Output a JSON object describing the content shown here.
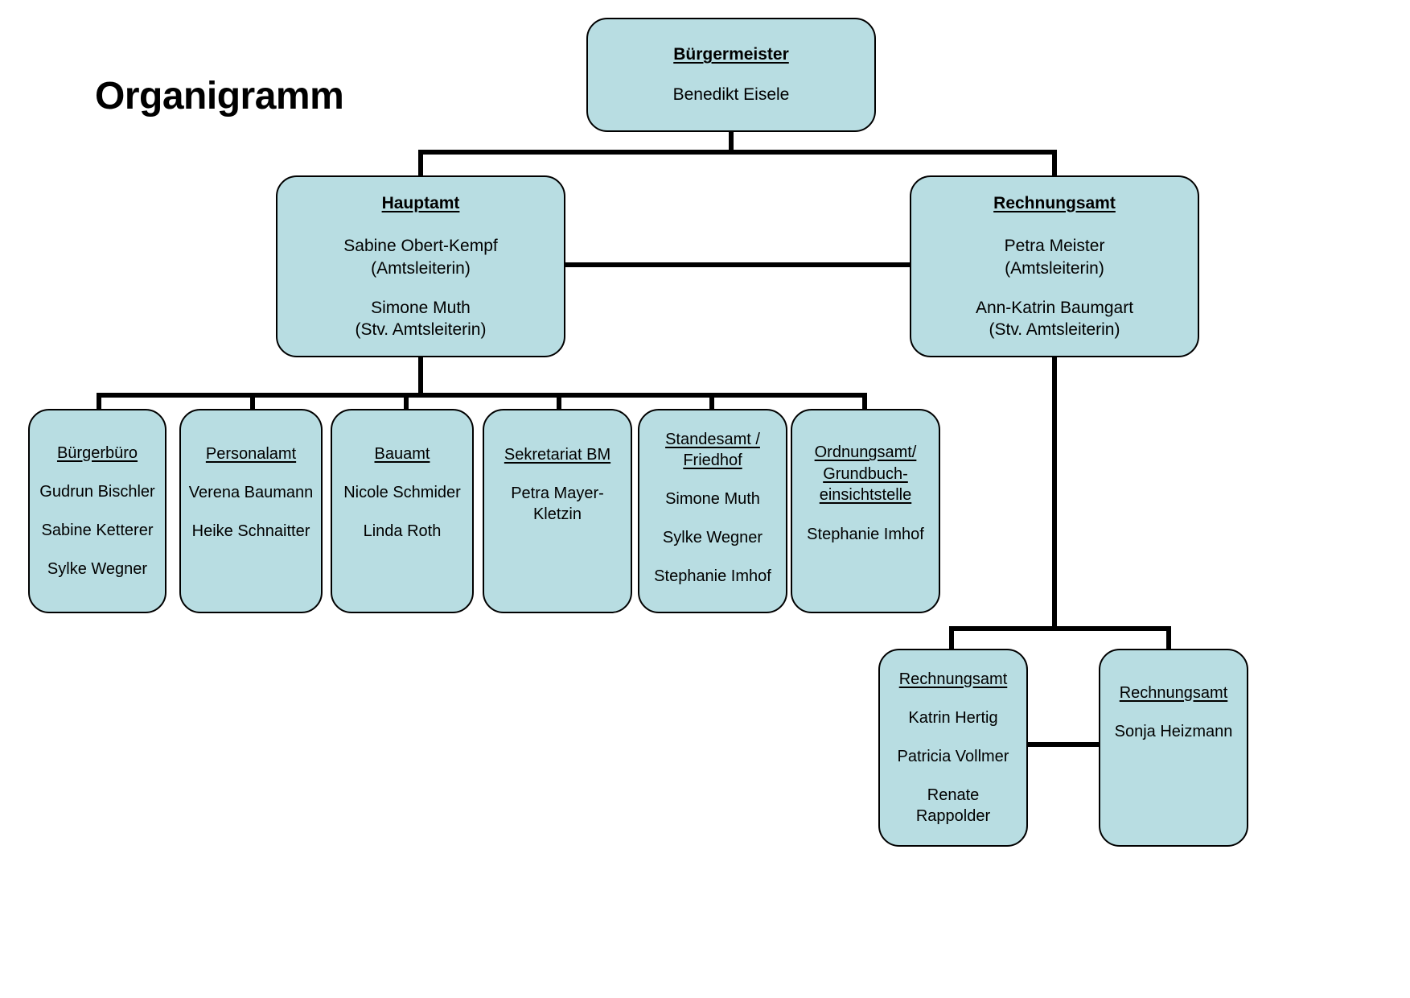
{
  "title": "Organigramm",
  "theme": {
    "box_fill": "#b8dde2",
    "box_border": "#000000",
    "line_color": "#000000",
    "text_color": "#000000",
    "background": "#ffffff"
  },
  "chart_data": {
    "type": "diagram",
    "diagram_kind": "organizational-chart",
    "title": "Organigramm",
    "nodes": [
      {
        "id": "buergermeister",
        "header": "Bürgermeister",
        "header_bold": true,
        "people": [
          "Benedikt Eisele"
        ],
        "level": 0
      },
      {
        "id": "hauptamt",
        "header": "Hauptamt",
        "header_bold": true,
        "people": [
          "Sabine Obert-Kempf",
          "(Amtsleiterin)",
          "Simone Muth",
          "(Stv. Amtsleiterin)"
        ],
        "level": 1,
        "parent": "buergermeister"
      },
      {
        "id": "rechnungsamt",
        "header": "Rechnungsamt",
        "header_bold": true,
        "people": [
          "Petra Meister",
          "(Amtsleiterin)",
          "Ann-Katrin Baumgart",
          "(Stv. Amtsleiterin)"
        ],
        "level": 1,
        "parent": "buergermeister"
      },
      {
        "id": "buergerbuero",
        "header": "Bürgerbüro",
        "header_bold": false,
        "people": [
          "Gudrun Bischler",
          "Sabine Ketterer",
          "Sylke Wegner"
        ],
        "level": 2,
        "parent": "hauptamt"
      },
      {
        "id": "personalamt",
        "header": "Personalamt",
        "header_bold": false,
        "people": [
          "Verena Baumann",
          "Heike Schnaitter"
        ],
        "level": 2,
        "parent": "hauptamt"
      },
      {
        "id": "bauamt",
        "header": "Bauamt",
        "header_bold": false,
        "people": [
          "Nicole Schmider",
          "Linda Roth"
        ],
        "level": 2,
        "parent": "hauptamt"
      },
      {
        "id": "sekretariat-bm",
        "header": "Sekretariat BM",
        "header_bold": false,
        "people": [
          "Petra Mayer-",
          "Kletzin"
        ],
        "level": 2,
        "parent": "hauptamt"
      },
      {
        "id": "standesamt-friedhof",
        "header_lines": [
          "Standesamt /",
          "Friedhof"
        ],
        "header_bold": false,
        "people": [
          "Simone Muth",
          "Sylke Wegner",
          "Stephanie Imhof"
        ],
        "level": 2,
        "parent": "hauptamt"
      },
      {
        "id": "ordnungsamt-grundbuch",
        "header_lines": [
          "Ordnungsamt/",
          "Grundbuch-",
          "einsichtstelle"
        ],
        "header_bold": false,
        "people": [
          "Stephanie Imhof"
        ],
        "level": 2,
        "parent": "hauptamt"
      },
      {
        "id": "rechnungsamt-team-1",
        "header": "Rechnungsamt",
        "header_bold": false,
        "people": [
          "Katrin Hertig",
          "Patricia Vollmer",
          "Renate",
          "Rappolder"
        ],
        "level": 2,
        "parent": "rechnungsamt"
      },
      {
        "id": "rechnungsamt-team-2",
        "header": "Rechnungsamt",
        "header_bold": false,
        "people": [
          "Sonja Heizmann"
        ],
        "level": 2,
        "parent": "rechnungsamt"
      }
    ]
  },
  "nodes": {
    "buergermeister": {
      "header": "Bürgermeister",
      "person_1": "Benedikt Eisele"
    },
    "hauptamt": {
      "header": "Hauptamt",
      "person_1": "Sabine Obert-Kempf",
      "role_1": "(Amtsleiterin)",
      "person_2": "Simone Muth",
      "role_2": "(Stv. Amtsleiterin)"
    },
    "rechnungsamt": {
      "header": "Rechnungsamt",
      "person_1": "Petra Meister",
      "role_1": "(Amtsleiterin)",
      "person_2": "Ann-Katrin Baumgart",
      "role_2": "(Stv. Amtsleiterin)"
    },
    "buergerbuero": {
      "header": "Bürgerbüro",
      "person_1": "Gudrun Bischler",
      "person_2": "Sabine Ketterer",
      "person_3": "Sylke Wegner"
    },
    "personalamt": {
      "header": "Personalamt",
      "person_1": "Verena Baumann",
      "person_2": "Heike Schnaitter"
    },
    "bauamt": {
      "header": "Bauamt",
      "person_1": "Nicole Schmider",
      "person_2": "Linda Roth"
    },
    "sekretariat_bm": {
      "header": "Sekretariat BM",
      "person_1a": "Petra Mayer-",
      "person_1b": "Kletzin"
    },
    "standesamt": {
      "header_line_1": "Standesamt /",
      "header_line_2": "Friedhof",
      "person_1": "Simone Muth",
      "person_2": "Sylke Wegner",
      "person_3": "Stephanie Imhof"
    },
    "ordnungsamt": {
      "header_line_1": "Ordnungsamt/",
      "header_line_2": "Grundbuch-",
      "header_line_3": "einsichtstelle",
      "person_1": "Stephanie Imhof"
    },
    "rechnungsamt_team_1": {
      "header": "Rechnungsamt",
      "person_1": "Katrin Hertig",
      "person_2": "Patricia Vollmer",
      "person_3a": "Renate",
      "person_3b": "Rappolder"
    },
    "rechnungsamt_team_2": {
      "header": "Rechnungsamt",
      "person_1": "Sonja Heizmann"
    }
  }
}
